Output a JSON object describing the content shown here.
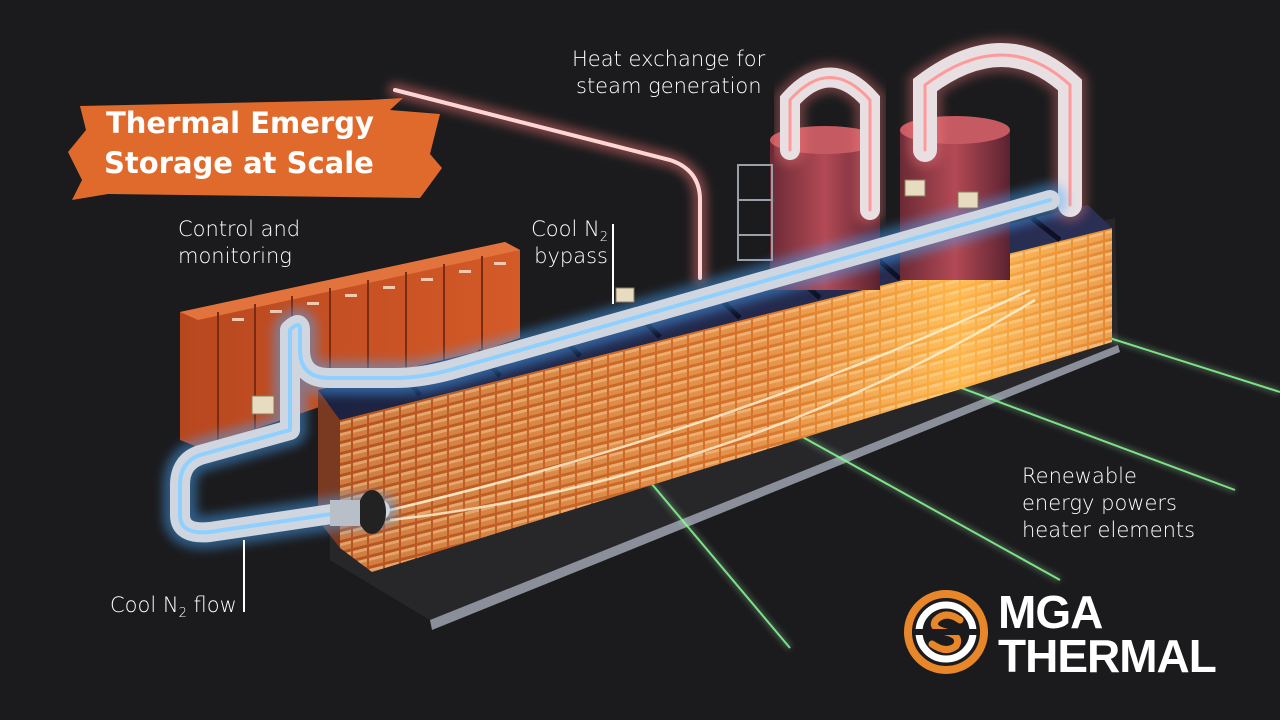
{
  "title": {
    "line1": "Thermal Emergy",
    "line2": "Storage at Scale"
  },
  "labels": {
    "heat_exchange": {
      "line1": "Heat exchange for",
      "line2": "steam generation"
    },
    "control": {
      "line1": "Control and",
      "line2": "monitoring"
    },
    "bypass": {
      "line1_pre": "Cool N",
      "line1_sub": "2",
      "line2": "bypass"
    },
    "renewable": {
      "line1": "Renewable",
      "line2": "energy powers",
      "line3": "heater elements"
    },
    "flow": {
      "pre": "Cool N",
      "sub": "2",
      "post": " flow"
    }
  },
  "logo": {
    "line1": "MGA",
    "line2": "THERMAL"
  },
  "colors": {
    "background": "#1b1b1d",
    "banner": "#e06a2c",
    "logo_orange": "#e8862a",
    "cool_glow": "#4aa8ff",
    "hot_glow": "#ff5a5a",
    "brick": "#c8622a",
    "power_line": "#7dff8a"
  }
}
